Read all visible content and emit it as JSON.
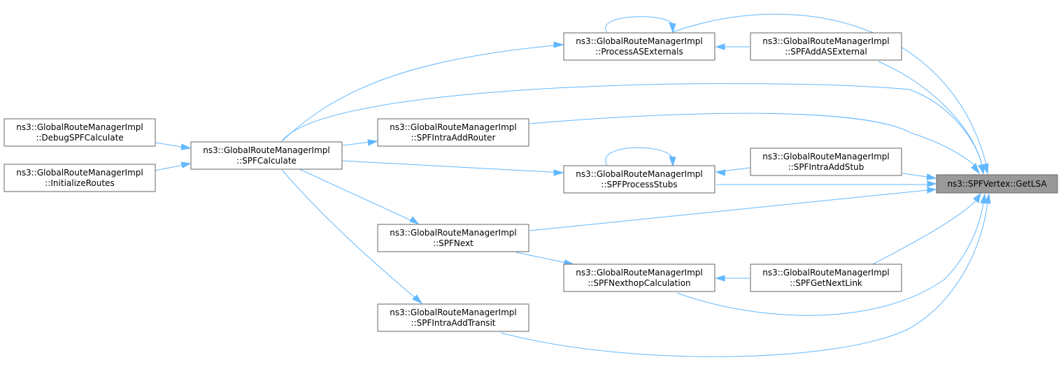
{
  "diagram": {
    "nodes": {
      "get_lsa": {
        "line1": "ns3::SPFVertex::GetLSA"
      },
      "debug_spf_calculate": {
        "line1": "ns3::GlobalRouteManagerImpl",
        "line2": "::DebugSPFCalculate"
      },
      "initialize_routes": {
        "line1": "ns3::GlobalRouteManagerImpl",
        "line2": "::InitializeRoutes"
      },
      "spf_calculate": {
        "line1": "ns3::GlobalRouteManagerImpl",
        "line2": "::SPFCalculate"
      },
      "process_as_externals": {
        "line1": "ns3::GlobalRouteManagerImpl",
        "line2": "::ProcessASExternals"
      },
      "spf_add_as_external": {
        "line1": "ns3::GlobalRouteManagerImpl",
        "line2": "::SPFAddASExternal"
      },
      "spf_intra_add_router": {
        "line1": "ns3::GlobalRouteManagerImpl",
        "line2": "::SPFIntraAddRouter"
      },
      "spf_process_stubs": {
        "line1": "ns3::GlobalRouteManagerImpl",
        "line2": "::SPFProcessStubs"
      },
      "spf_intra_add_stub": {
        "line1": "ns3::GlobalRouteManagerImpl",
        "line2": "::SPFIntraAddStub"
      },
      "spf_next": {
        "line1": "ns3::GlobalRouteManagerImpl",
        "line2": "::SPFNext"
      },
      "spf_nexthop_calculation": {
        "line1": "ns3::GlobalRouteManagerImpl",
        "line2": "::SPFNexthopCalculation"
      },
      "spf_get_next_link": {
        "line1": "ns3::GlobalRouteManagerImpl",
        "line2": "::SPFGetNextLink"
      },
      "spf_intra_add_transit": {
        "line1": "ns3::GlobalRouteManagerImpl",
        "line2": "::SPFIntraAddTransit"
      }
    },
    "colors": {
      "edge": "#63b8ff",
      "node_border": "#666666",
      "node_fill": "#ffffff",
      "target_fill": "#999999",
      "text": "#000000"
    }
  }
}
